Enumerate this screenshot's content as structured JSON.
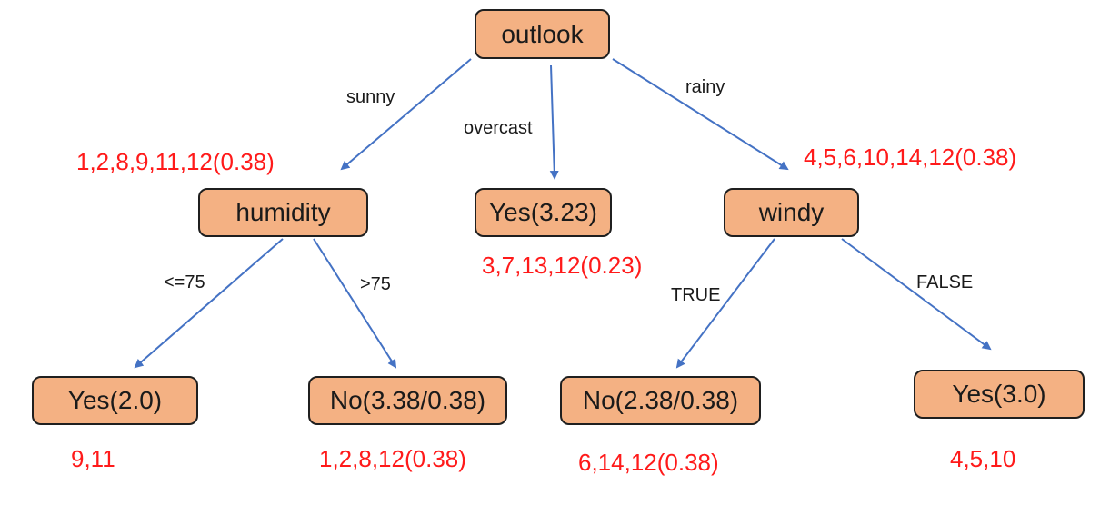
{
  "colors": {
    "node_fill": "#f4b183",
    "node_border": "#1f1f1f",
    "edge": "#4472c4",
    "subset_text": "#ff1a1a"
  },
  "nodes": {
    "outlook": "outlook",
    "humidity": "humidity",
    "yes_overcast": "Yes(3.23)",
    "windy": "windy",
    "yes_humidity": "Yes(2.0)",
    "no_humidity": "No(3.38/0.38)",
    "no_windy": "No(2.38/0.38)",
    "yes_windy": "Yes(3.0)"
  },
  "edges": {
    "sunny": "sunny",
    "overcast": "overcast",
    "rainy": "rainy",
    "le75": "<=75",
    "gt75": ">75",
    "true": "TRUE",
    "false": "FALSE"
  },
  "subsets": {
    "humidity": "1,2,8,9,11,12(0.38)",
    "windy": "4,5,6,10,14,12(0.38)",
    "yes_overcast": "3,7,13,12(0.23)",
    "yes_humidity": "9,11",
    "no_humidity": "1,2,8,12(0.38)",
    "no_windy": "6,14,12(0.38)",
    "yes_windy": "4,5,10"
  }
}
